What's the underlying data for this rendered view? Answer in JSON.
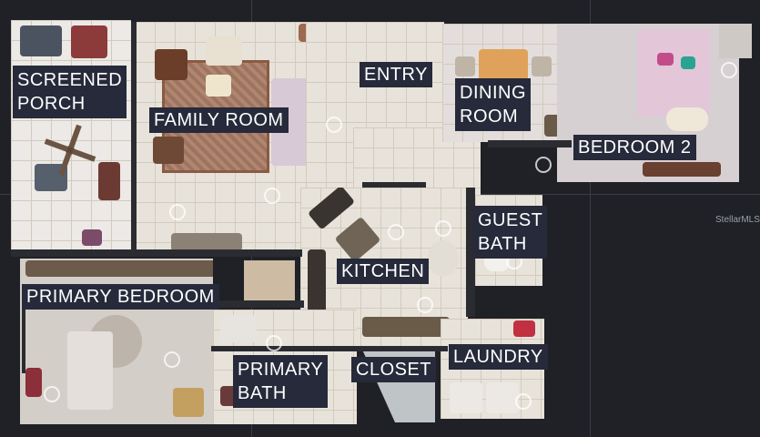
{
  "rooms": {
    "screened_porch": "SCREENED\nPORCH",
    "family_room": "FAMILY ROOM",
    "entry": "ENTRY",
    "dining_room": "DINING\nROOM",
    "bedroom_2": "BEDROOM 2",
    "guest_bath": "GUEST\nBATH",
    "kitchen": "KITCHEN",
    "primary_bedroom": "PRIMARY BEDROOM",
    "primary_bath": "PRIMARY\nBATH",
    "closet": "CLOSET",
    "laundry": "LAUNDRY"
  },
  "watermark": "StellarMLS",
  "colors": {
    "background": "#1f2126",
    "label_bg": "#262a3a",
    "label_text": "#ffffff"
  }
}
